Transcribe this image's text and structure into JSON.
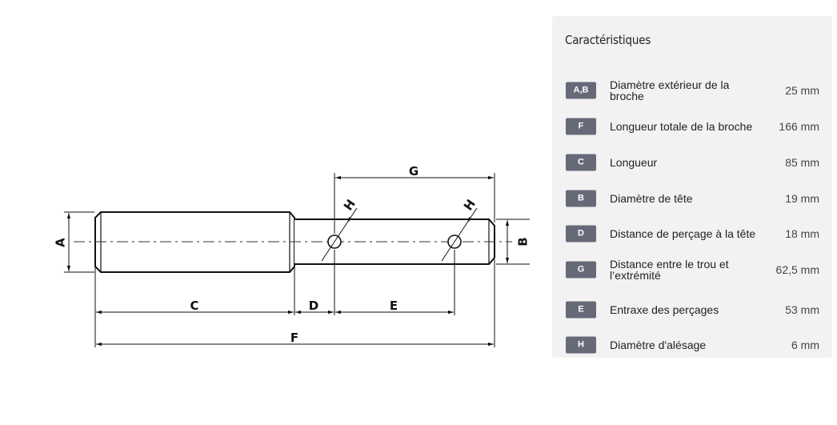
{
  "diagram": {
    "labels": {
      "A": "A",
      "B": "B",
      "C": "C",
      "D": "D",
      "E": "E",
      "F": "F",
      "G": "G",
      "H1": "H",
      "H2": "H"
    }
  },
  "specs": {
    "title": "Caractéristiques",
    "items": [
      {
        "code": "A,B",
        "label": "Diamètre extérieur de la broche",
        "value": "25 mm"
      },
      {
        "code": "F",
        "label": "Longueur totale de la broche",
        "value": "166 mm"
      },
      {
        "code": "C",
        "label": "Longueur",
        "value": "85 mm"
      },
      {
        "code": "B",
        "label": "Diamètre de tête",
        "value": "19 mm"
      },
      {
        "code": "D",
        "label": "Distance de perçage à la tête",
        "value": "18 mm"
      },
      {
        "code": "G",
        "label": "Distance entre le trou et l’extrémité",
        "value": "62,5 mm"
      },
      {
        "code": "E",
        "label": "Entraxe des perçages",
        "value": "53 mm"
      },
      {
        "code": "H",
        "label": "Diamètre d'alésage",
        "value": "6 mm"
      }
    ]
  }
}
